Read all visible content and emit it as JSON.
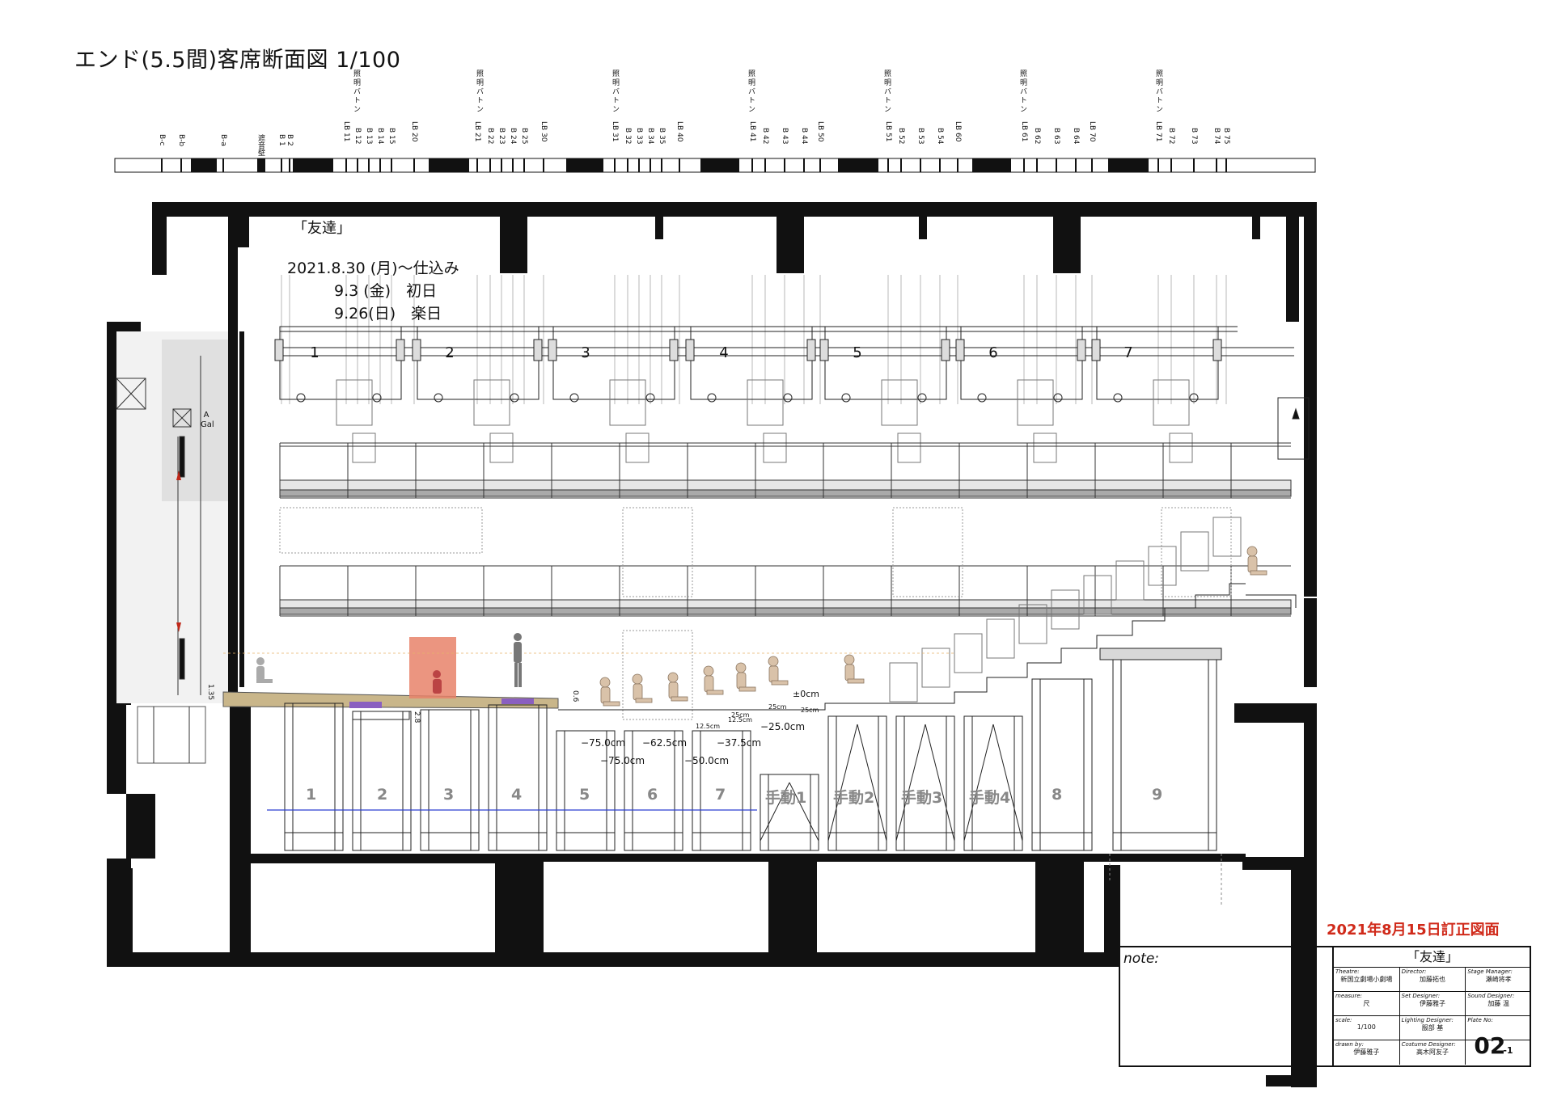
{
  "title": "エンド(5.5間)客席断面図 1/100",
  "show_title": "「友達」",
  "schedule": [
    "2021.8.30 (月)〜仕込み",
    "9.3 (金)　初日",
    "9.26(日)　楽日"
  ],
  "revision_note": "2021年8月15日訂正図面",
  "batten_labels": [
    "B-c",
    "B-b",
    "B-a",
    "遮音壁",
    "B 1",
    "B 2",
    "LB 11",
    "B 12",
    "B 13",
    "B 14",
    "B 15",
    "LB 20",
    "LB 21",
    "B 22",
    "B 23",
    "B 24",
    "B 25",
    "LB 30",
    "LB 31",
    "B 32",
    "B 33",
    "B 34",
    "B 35",
    "LB 40",
    "LB 41",
    "B 42",
    "B 43",
    "B 44",
    "LB 50",
    "LB 51",
    "B 52",
    "B 53",
    "B 54",
    "LB 60",
    "LB 61",
    "B 62",
    "B 63",
    "B 64",
    "LB 70",
    "LB 71",
    "B 72",
    "B 73",
    "B 74",
    "B 75"
  ],
  "lighting_label": "照明バトン",
  "bay_numbers": [
    "1",
    "2",
    "3",
    "4",
    "5",
    "6",
    "7"
  ],
  "truss_labels": [
    "1",
    "2",
    "3",
    "4",
    "5",
    "6",
    "7",
    "手動1",
    "手動2",
    "手動3",
    "手動4",
    "8",
    "9"
  ],
  "gallery_label": "A\nGal",
  "dimensions": {
    "d135": "1.35",
    "d28": "2.8",
    "d06": "0.6",
    "zero": "±0cm",
    "m25": "−25.0cm",
    "m375": "−37.5cm",
    "m50": "−50.0cm",
    "m625": "−62.5cm",
    "m75a": "−75.0cm",
    "m75b": "−75.0cm",
    "s125a": "12.5cm",
    "s125b": "12.5cm",
    "s25a": "25cm",
    "s25b": "25cm",
    "s25c": "25cm"
  },
  "title_block": {
    "note_label": "note:",
    "production": "「友達」",
    "theatre_label": "Theatre:",
    "theatre": "新国立劇場小劇場",
    "director_label": "Director:",
    "director": "加藤拓也",
    "sm_label": "Stage Manager:",
    "sm": "瀬崎将孝",
    "measure_label": "measure:",
    "measure": "尺",
    "set_label": "Set Designer:",
    "set": "伊藤雅子",
    "sound_label": "Sound Designer:",
    "sound": "加藤 温",
    "scale_label": "scale:",
    "scale": "1/100",
    "lighting_label": "Lighting Designer:",
    "lighting": "服部 基",
    "plate_label": "Plate No:",
    "plate": "02",
    "plate_suffix": "-1",
    "drawn_label": "drawn by:",
    "drawn": "伊藤雅子",
    "costume_label": "Costume Designer:",
    "costume": "高木阿友子"
  },
  "colors": {
    "revision": "#d02a1a",
    "stage_marker": "#e8836a",
    "guide_line": "#2a3fd0",
    "arrow": "#c0281a"
  }
}
